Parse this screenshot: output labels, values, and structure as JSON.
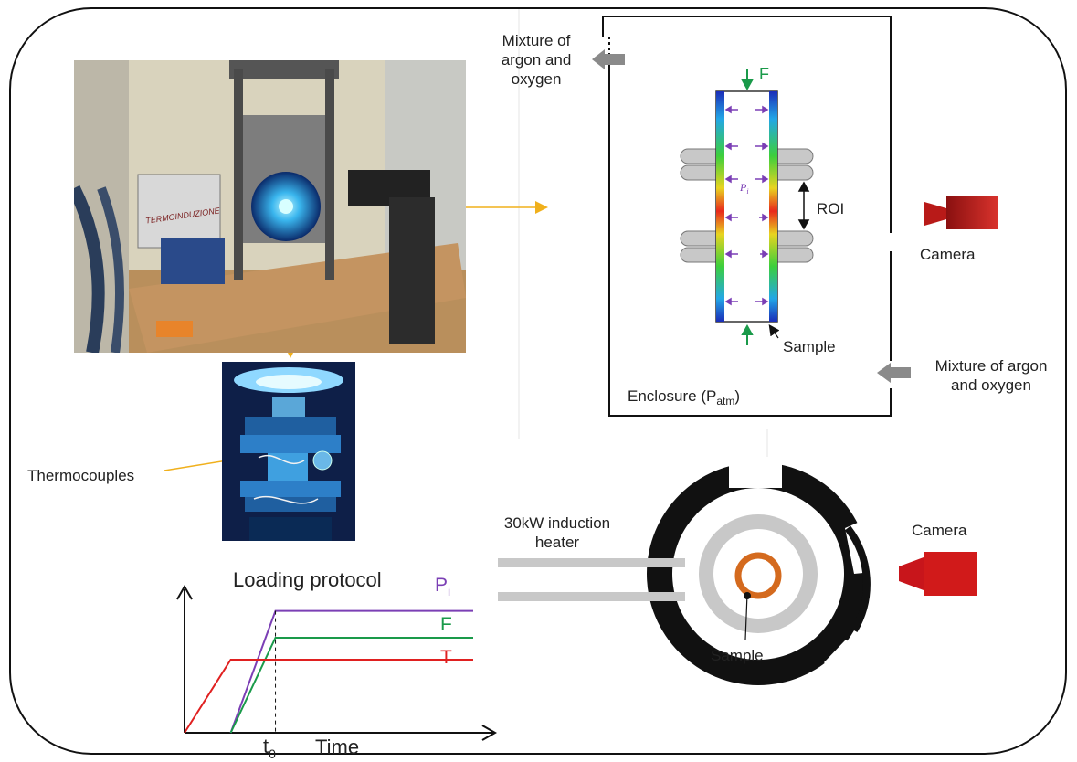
{
  "enclosure": {
    "outlet_label_lines": [
      "Mixture of",
      "argon and",
      "oxygen"
    ],
    "force_label": "F",
    "pressure_label": "P",
    "pressure_sub": "i",
    "roi_label": "ROI",
    "camera_label": "Camera",
    "sample_label": "Sample",
    "inlet_label_lines": [
      "Mixture of argon",
      "and oxygen"
    ],
    "enclosure_label": "Enclosure (P",
    "enclosure_sub": "atm",
    "enclosure_close": ")"
  },
  "photos": {
    "thermocouples_label": "Thermocouples",
    "machine_brand": "TERMOINDUZIONE"
  },
  "induction": {
    "heater_label_lines": [
      "30kW induction",
      "heater"
    ],
    "camera_label": "Camera",
    "sample_label": "Sample"
  },
  "chart_data": {
    "type": "line",
    "title": "Loading protocol",
    "xlabel": "Time",
    "ylabel": "",
    "x_tick": {
      "main": "t",
      "sub": "0"
    },
    "series": [
      {
        "name": "P",
        "name_sub": "i",
        "color": "#7b3fb5",
        "points": [
          [
            0.32,
            0
          ],
          [
            0.63,
            1.0
          ],
          [
            2.0,
            1.0
          ]
        ]
      },
      {
        "name": "F",
        "color": "#1a9a4a",
        "points": [
          [
            0.32,
            0
          ],
          [
            0.63,
            0.78
          ],
          [
            2.0,
            0.78
          ]
        ]
      },
      {
        "name": "T",
        "color": "#e02020",
        "points": [
          [
            0,
            0
          ],
          [
            0.32,
            0.6
          ],
          [
            2.0,
            0.6
          ]
        ]
      }
    ],
    "t0": 0.63,
    "xlim": [
      0,
      2.0
    ],
    "ylim": [
      0,
      1.2
    ]
  },
  "colors": {
    "purple": "#7b3fb5",
    "green": "#1a9a4a",
    "red": "#e02020",
    "camera_red": "#c8151b",
    "sample_orange": "#d46a1e",
    "arrow_orange": "#f0b01c"
  }
}
